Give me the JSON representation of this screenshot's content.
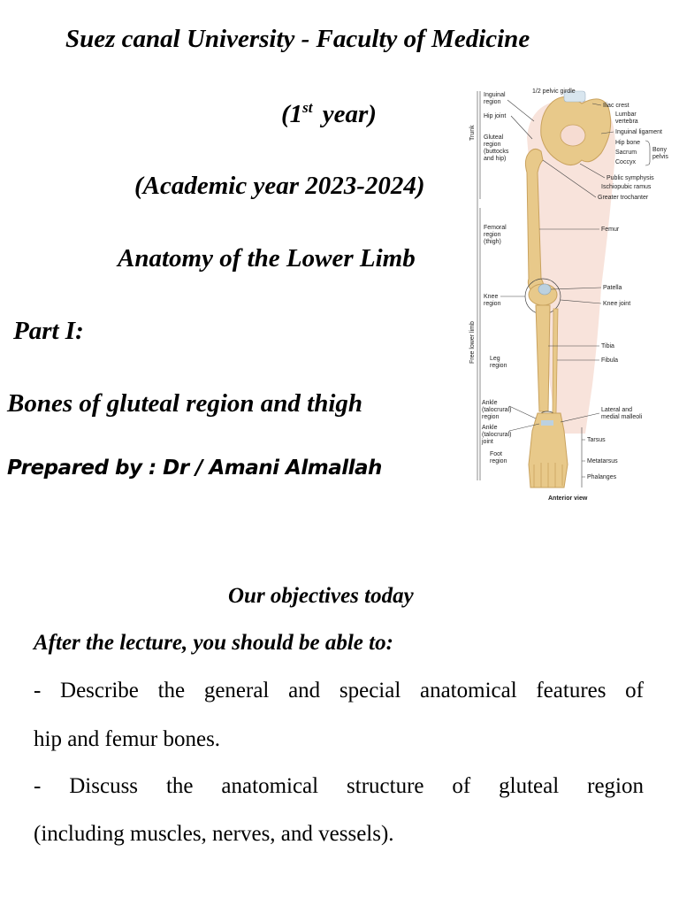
{
  "header": {
    "university": "Suez canal University - Faculty of Medicine",
    "year_prefix": "(1",
    "year_sup": "st",
    "year_suffix": " year)",
    "academic_year": "(Academic year 2023-2024)",
    "course": "Anatomy of the Lower Limb",
    "part": "Part I:",
    "topic": "Bones of gluteal region and thigh",
    "prepared_by": "Prepared by : Dr / Amani Almallah"
  },
  "figure": {
    "left_labels": {
      "inguinal": "Inguinal",
      "inguinal2": "region",
      "hip_joint": "Hip joint",
      "trunk": "Trunk",
      "gluteal1": "Gluteal",
      "gluteal2": "region",
      "gluteal3": "(buttocks",
      "gluteal4": "and hip)",
      "femoral1": "Femoral",
      "femoral2": "region",
      "femoral3": "(thigh)",
      "knee1": "Knee",
      "knee2": "region",
      "free_limb": "Free lower limb",
      "leg1": "Leg",
      "leg2": "region",
      "ankle_a1": "Ankle",
      "ankle_a2": "(talocrural)",
      "ankle_a3": "region",
      "ankle_b1": "Ankle",
      "ankle_b2": "(talocrural)",
      "ankle_b3": "joint",
      "foot1": "Foot",
      "foot2": "region"
    },
    "right_labels": {
      "pelvic_girdle": "1/2 pelvic girdle",
      "iliac_crest": "Iliac crest",
      "lumbar1": "Lumbar",
      "lumbar2": "vertebra",
      "inguinal_ligament": "Inguinal ligament",
      "hip_bone": "Hip bone",
      "sacrum": "Sacrum",
      "coccyx": "Coccyx",
      "bony1": "Bony",
      "bony2": "pelvis",
      "pubic_symphysis": "Public symphysis",
      "ischiopubic": "Ischiopubic ramus",
      "greater_trochanter": "Greater trochanter",
      "femur": "Femur",
      "patella": "Patella",
      "knee_joint": "Knee joint",
      "tibia": "Tibia",
      "fibula": "Fibula",
      "malleoli1": "Lateral and",
      "malleoli2": "medial malleoli",
      "tarsus": "Tarsus",
      "metatarsus": "Metatarsus",
      "phalanges": "Phalanges",
      "view": "Anterior view"
    },
    "colors": {
      "bone": "#e8c98a",
      "bone_shade": "#c9a25e",
      "skin": "#f6dcd2"
    }
  },
  "objectives": {
    "heading": "Our objectives today",
    "intro": "After the lecture, you should be able to:",
    "item1_line1": "- Describe the general and special anatomical features of",
    "item1_line2": "hip and femur bones.",
    "item2_line1": "- Discuss the anatomical structure of gluteal region",
    "item2_line2": "(including muscles, nerves, and vessels)."
  }
}
